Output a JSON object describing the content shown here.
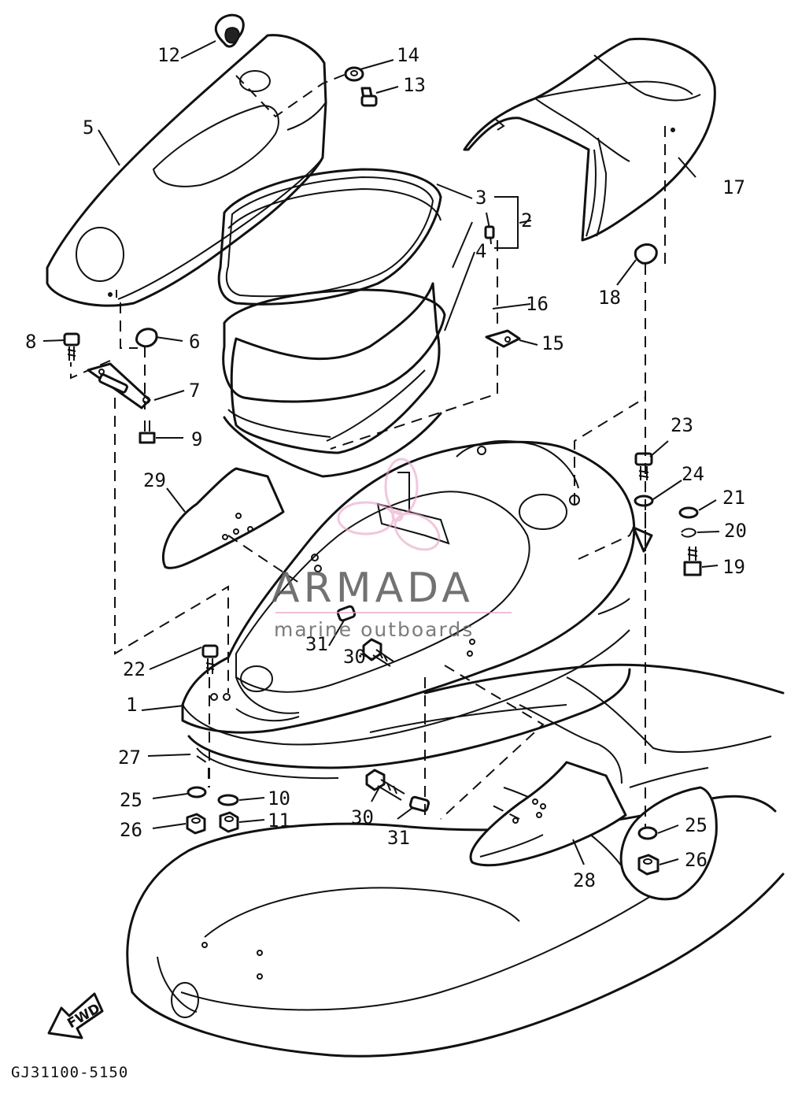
{
  "diagram": {
    "footer_code": "GJ31100-5150",
    "fwd_label": "FWD",
    "watermark": {
      "brand": "ARMADA",
      "tagline": "marine outboards",
      "accent_color": "#e8a3c8"
    },
    "callouts": [
      "1",
      "2",
      "3",
      "4",
      "5",
      "6",
      "7",
      "8",
      "9",
      "10",
      "11",
      "12",
      "13",
      "14",
      "15",
      "16",
      "17",
      "18",
      "19",
      "20",
      "21",
      "22",
      "23",
      "24",
      "25",
      "26",
      "27",
      "28",
      "29",
      "30",
      "31",
      "30",
      "31",
      "25",
      "26"
    ]
  }
}
